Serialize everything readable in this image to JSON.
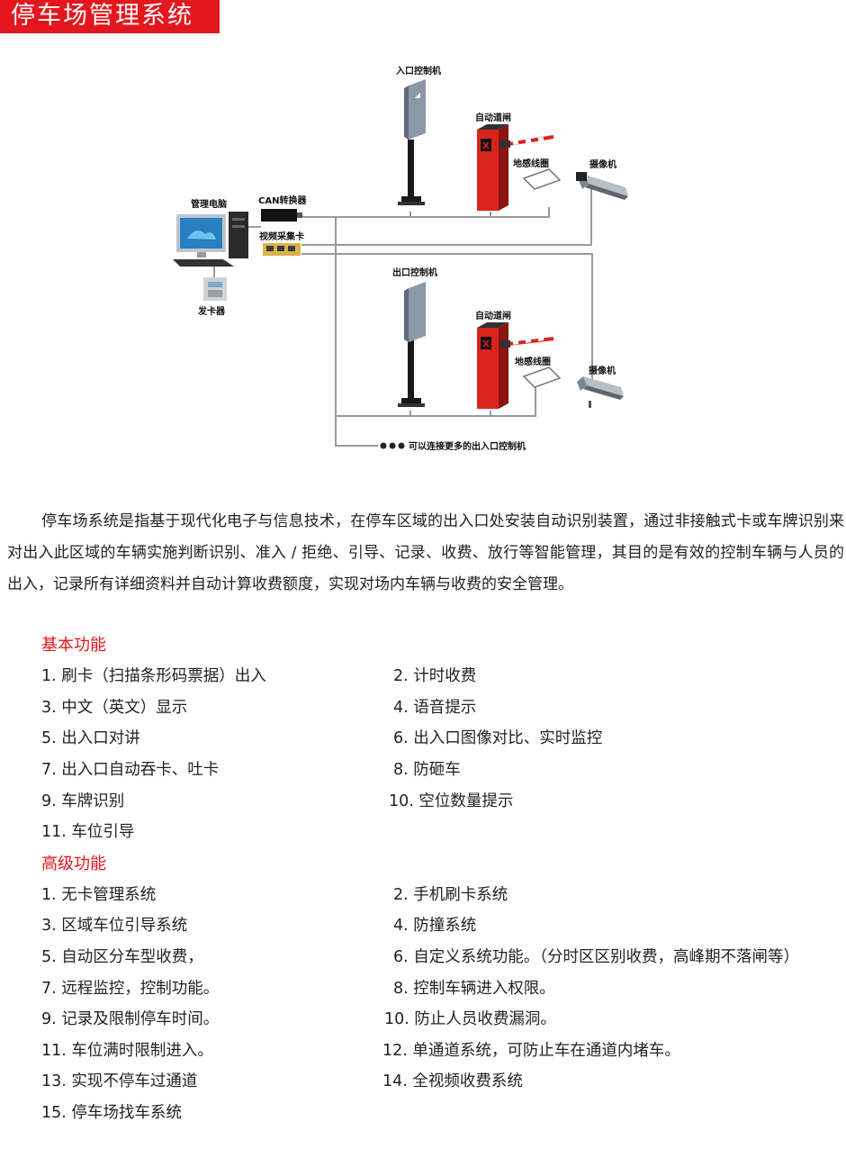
{
  "header": {
    "title": "停车场管理系统"
  },
  "diagram": {
    "labels": {
      "entry_controller": "入口控制机",
      "auto_gate_top": "自动道闸",
      "loop_top": "地感线圈",
      "camera_top": "摄像机",
      "management_pc": "管理电脑",
      "can_converter": "CAN转换器",
      "video_capture": "视频采集卡",
      "card_issuer": "发卡器",
      "exit_controller": "出口控制机",
      "auto_gate_bottom": "自动道闸",
      "loop_bottom": "地感线圈",
      "camera_bottom": "摄像机",
      "more_note": "可以连接更多的出入口控制机"
    },
    "colors": {
      "gate_red": "#d9231d",
      "post": "#1a1a1a",
      "line": "#999999"
    }
  },
  "intro": {
    "text": "停车场系统是指基于现代化电子与信息技术，在停车区域的出入口处安装自动识别装置，通过非接触式卡或车牌识别来对出入此区域的车辆实施判断识别、准入 / 拒绝、引导、记录、收费、放行等智能管理，其目的是有效的控制车辆与人员的出入，记录所有详细资料并自动计算收费额度，实现对场内车辆与收费的安全管理。"
  },
  "basic": {
    "title": "基本功能",
    "items": [
      "1. 刷卡（扫描条形码票据）出入",
      "2. 计时收费",
      "3. 中文（英文）显示",
      "4. 语音提示",
      "5. 出入口对讲",
      "6. 出入口图像对比、实时监控",
      "7. 出入口自动吞卡、吐卡",
      "8. 防砸车",
      "9. 车牌识别",
      "10. 空位数量提示",
      "11. 车位引导"
    ]
  },
  "advanced": {
    "title": "高级功能",
    "items": [
      "1. 无卡管理系统",
      "2. 手机刷卡系统",
      "3. 区域车位引导系统",
      "4. 防撞系统",
      "5. 自动区分车型收费，",
      "6. 自定义系统功能。（分时区区别收费，高峰期不落闸等）",
      "7. 远程监控，控制功能。",
      "8. 控制车辆进入权限。",
      "9. 记录及限制停车时间。",
      "10. 防止人员收费漏洞。",
      "11. 车位满时限制进入。",
      "12. 单通道系统，可防止车在通道内堵车。",
      "13. 实现不停车过通道",
      "14. 全视频收费系统",
      "15. 停车场找车系统"
    ]
  }
}
